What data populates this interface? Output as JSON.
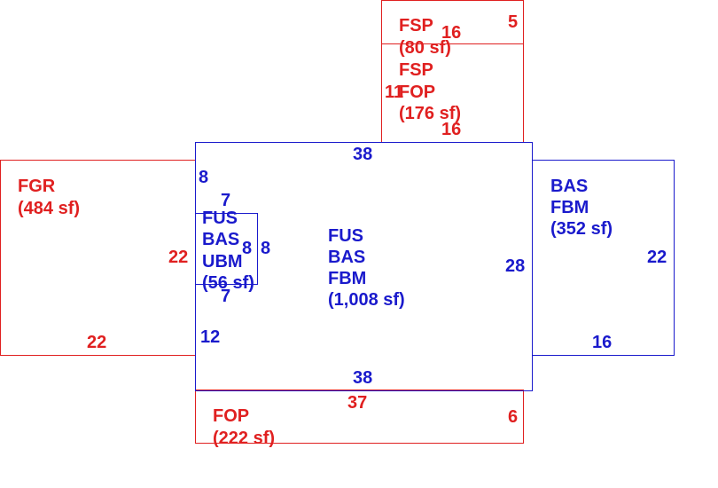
{
  "areas": {
    "fsp_top": {
      "code": "FSP",
      "area": "(80 sf)"
    },
    "fsp_fop": {
      "code1": "FSP",
      "code2": "FOP",
      "area": "(176 sf)"
    },
    "fgr": {
      "code": "FGR",
      "area": "(484 sf)"
    },
    "main": {
      "code1": "FUS",
      "code2": "BAS",
      "code3": "FBM",
      "area": "(1,008 sf)"
    },
    "small": {
      "code1": "FUS",
      "code2": "BAS",
      "code3": "UBM",
      "area": "(56 sf)"
    },
    "right_wing": {
      "code1": "BAS",
      "code2": "FBM",
      "area": "(352 sf)"
    },
    "fop_bottom": {
      "code": "FOP",
      "area": "(222 sf)"
    }
  },
  "dimensions": {
    "fsp_top_width": "16",
    "fsp_top_side": "5",
    "fsp_fop_side": "11",
    "fsp_fop_width": "16",
    "main_top": "38",
    "main_bottom": "38",
    "main_right": "28",
    "main_left_upper": "8",
    "main_left_lower": "12",
    "small_top": "7",
    "small_bottom": "7",
    "small_inner": "8",
    "small_right": "8",
    "fgr_right": "22",
    "fgr_bottom": "22",
    "right_wing_side": "22",
    "right_wing_bottom": "16",
    "fop_top": "37",
    "fop_side": "6"
  },
  "colors": {
    "red": "#e02020",
    "blue": "#1a1acc"
  }
}
